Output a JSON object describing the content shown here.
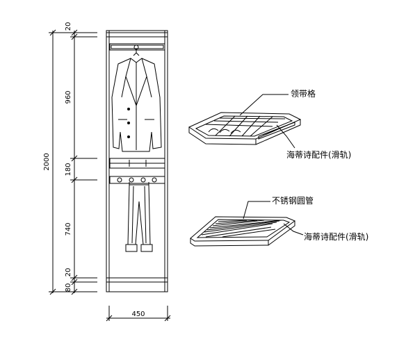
{
  "dimensions": {
    "total_height": "2000",
    "top_gap": "20",
    "hanging_section": "960",
    "drawer_section": "180",
    "trouser_section": "740",
    "bottom_gap": "20",
    "base": "80",
    "width": "450"
  },
  "labels": {
    "tie_tray": "领带格",
    "fitting_top": "海蒂诗配件(滑轨)",
    "steel_tube": "不锈钢圆管",
    "fitting_bottom": "海蒂诗配件(滑轨)"
  },
  "colors": {
    "line": "#000000",
    "background": "#ffffff"
  }
}
